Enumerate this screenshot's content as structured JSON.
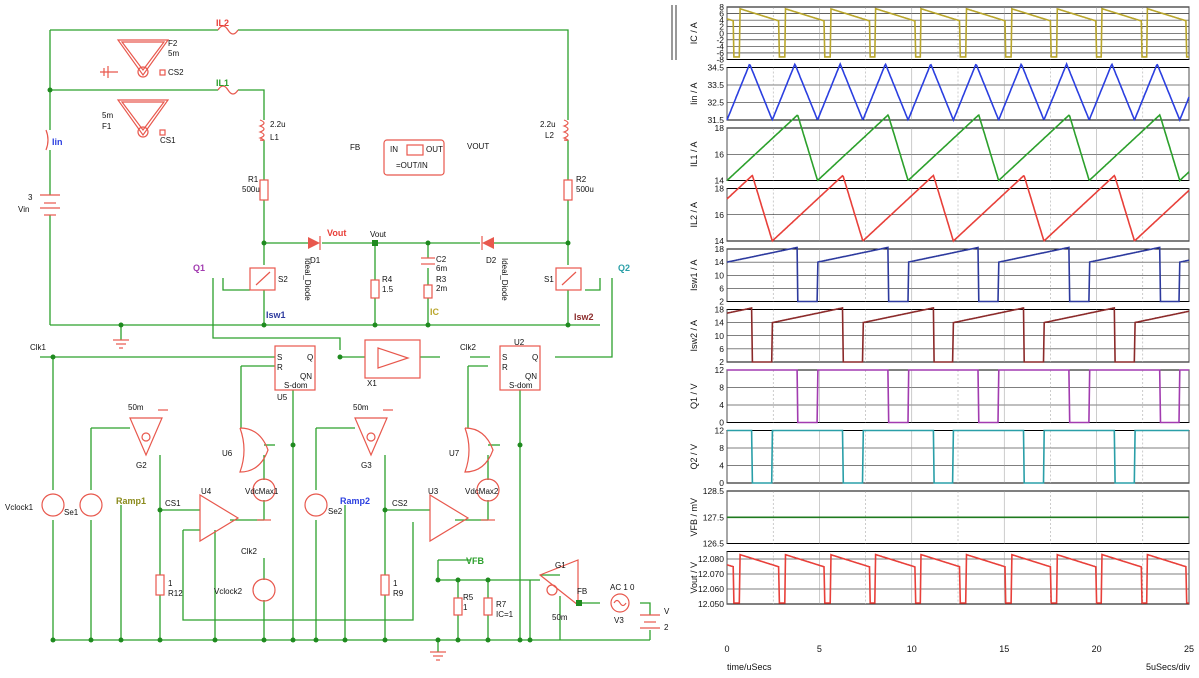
{
  "schematic": {
    "components": {
      "F2": {
        "ref": "F2",
        "val": "5m"
      },
      "F1": {
        "ref": "F1",
        "val": "5m"
      },
      "CS2": "CS2",
      "CS1": "CS1",
      "L1": {
        "ref": "L1",
        "val": "2.2u"
      },
      "L2": {
        "ref": "L2",
        "val": "2.2u"
      },
      "R1": {
        "ref": "R1",
        "val": "500u"
      },
      "R2": {
        "ref": "R2",
        "val": "500u"
      },
      "Vin": {
        "ref": "Vin",
        "val": "3"
      },
      "R4": {
        "ref": "R4",
        "val": "1.5"
      },
      "C2": {
        "ref": "C2",
        "val": "6m"
      },
      "R3": {
        "ref": "R3",
        "val": "2m"
      },
      "D1": {
        "ref": "D1",
        "model": "Ideal_Diode"
      },
      "D2": {
        "ref": "D2",
        "model": "Ideal_Diode"
      },
      "S1": "S1",
      "S2": "S2",
      "U5": "U5",
      "U2": "U2",
      "X1": "X1",
      "G2": {
        "ref": "G2",
        "val": "50m"
      },
      "G3": {
        "ref": "G3",
        "val": "50m"
      },
      "G1": {
        "ref": "G1",
        "val": "50m"
      },
      "U4": "U4",
      "U3": "U3",
      "U6": "U6",
      "U7": "U7",
      "R12": {
        "ref": "R12",
        "val": "1"
      },
      "R9": {
        "ref": "R9",
        "val": "1"
      },
      "R5": {
        "ref": "R5",
        "val": "1"
      },
      "R7": {
        "ref": "R7",
        "val": "IC=1"
      },
      "V3": {
        "ref": "V3",
        "val": "AC 1 0"
      },
      "V": {
        "ref": "V",
        "val": "2"
      },
      "Vclock1": "Vclock1",
      "Vclock2": "Vclock2",
      "Se1": "Se1",
      "Se2": "Se2",
      "VdcMax1": "VdcMax1",
      "VdcMax2": "VdcMax2",
      "Ramp_cs1": "CS1",
      "Ramp_cs2": "CS2",
      "ffS": "S",
      "ffR": "R",
      "ffQ": "Q",
      "ffQN": "QN",
      "ffMode": "S-dom",
      "CS2_node": "CS2"
    },
    "probes": {
      "IL2": "IL2",
      "IL1": "IL1",
      "Iin": "Iin",
      "Vout": "Vout",
      "Q1": "Q1",
      "Q2": "Q2",
      "Isw1": "Isw1",
      "Isw2": "Isw2",
      "IC": "IC",
      "Ramp1": "Ramp1",
      "Ramp2": "Ramp2",
      "VFB": "VFB"
    },
    "nets": {
      "vout": "Vout",
      "clk1": "Clk1",
      "clk2_top": "Clk2",
      "clk2_mid": "Clk2",
      "fb_left": "FB",
      "fb_right": "FB",
      "vout_right": "VOUT"
    },
    "divider": {
      "in": "IN",
      "out": "OUT",
      "expr": "=OUT/IN"
    },
    "colors": {
      "wire": "#2ca02c",
      "component": "#e8584d"
    }
  },
  "chart_data": {
    "type": "line",
    "xlabel": "time/uSecs",
    "xdiv_label": "5uSecs/div",
    "x_ticks": [
      "0",
      "5",
      "10",
      "15",
      "20",
      "25"
    ],
    "xlim": [
      0,
      25
    ],
    "period_us": 4.9,
    "panels": [
      {
        "name": "IC / A",
        "color": "#b9a62c",
        "ylim": [
          -8,
          8
        ],
        "ticks": [
          "8",
          "6",
          "4",
          "2",
          "0",
          "-2",
          "-4",
          "-6",
          "-8"
        ],
        "shape": "sawdrop",
        "lo": -7.5,
        "hi": 7.5,
        "duty": 0.87,
        "phase": 0.28,
        "halfperiod": true
      },
      {
        "name": "Iin / A",
        "color": "#2b3fe0",
        "ylim": [
          31.5,
          34.5
        ],
        "ticks": [
          "34.5",
          "33.5",
          "32.5",
          "31.5"
        ],
        "shape": "triangle",
        "lo": 31.5,
        "hi": 34.7,
        "duty": 0.5,
        "phase": 0.0,
        "halfperiod": true
      },
      {
        "name": "IL1 / A",
        "color": "#2ca02c",
        "ylim": [
          14,
          18
        ],
        "ticks": [
          "18",
          "16",
          "14"
        ],
        "shape": "sawrise",
        "lo": 14,
        "hi": 19,
        "duty": 0.78,
        "phase": 0.0,
        "halfperiod": false
      },
      {
        "name": "IL2 / A",
        "color": "#e8403a",
        "ylim": [
          14,
          18
        ],
        "ticks": [
          "18",
          "16",
          "14"
        ],
        "shape": "sawrise",
        "lo": 14,
        "hi": 19,
        "duty": 0.78,
        "phase": 0.5,
        "halfperiod": false
      },
      {
        "name": "Isw1 / A",
        "color": "#2d3a9e",
        "ylim": [
          2,
          18
        ],
        "ticks": [
          "18",
          "14",
          "10",
          "6",
          "2"
        ],
        "shape": "pulse_ramp",
        "lo": 2,
        "hi_a": 14,
        "hi_b": 18.5,
        "duty": 0.78,
        "phase": 0.0,
        "halfperiod": false
      },
      {
        "name": "Isw2 / A",
        "color": "#8b2a2a",
        "ylim": [
          2,
          18
        ],
        "ticks": [
          "18",
          "14",
          "10",
          "6",
          "2"
        ],
        "shape": "pulse_ramp",
        "lo": 2,
        "hi_a": 14,
        "hi_b": 18.5,
        "duty": 0.78,
        "phase": 0.5,
        "halfperiod": false
      },
      {
        "name": "Q1 / V",
        "color": "#a23bb0",
        "ylim": [
          0,
          12
        ],
        "ticks": [
          "12",
          "8",
          "4",
          "0"
        ],
        "shape": "square",
        "lo": 0,
        "hi": 12,
        "duty": 0.78,
        "phase": 0.0,
        "halfperiod": false
      },
      {
        "name": "Q2 / V",
        "color": "#2a9fa8",
        "ylim": [
          0,
          12
        ],
        "ticks": [
          "12",
          "8",
          "4",
          "0"
        ],
        "shape": "square",
        "lo": 0,
        "hi": 12,
        "duty": 0.78,
        "phase": 0.5,
        "halfperiod": false
      },
      {
        "name": "VFB / mV",
        "color": "#1f7a1f",
        "ylim": [
          126.5,
          128.5
        ],
        "ticks": [
          "128.5",
          "127.5",
          "126.5"
        ],
        "shape": "flat",
        "lo": 127.5,
        "hi": 127.5,
        "duty": 1,
        "phase": 0,
        "halfperiod": false
      },
      {
        "name": "Vout / V",
        "color": "#e8403a",
        "ylim": [
          12.05,
          12.085
        ],
        "ticks": [
          "12.080",
          "12.070",
          "12.060",
          "12.050"
        ],
        "shape": "sawdrop",
        "lo": 12.05,
        "hi": 12.083,
        "duty": 0.87,
        "phase": 0.28,
        "halfperiod": true
      }
    ]
  }
}
